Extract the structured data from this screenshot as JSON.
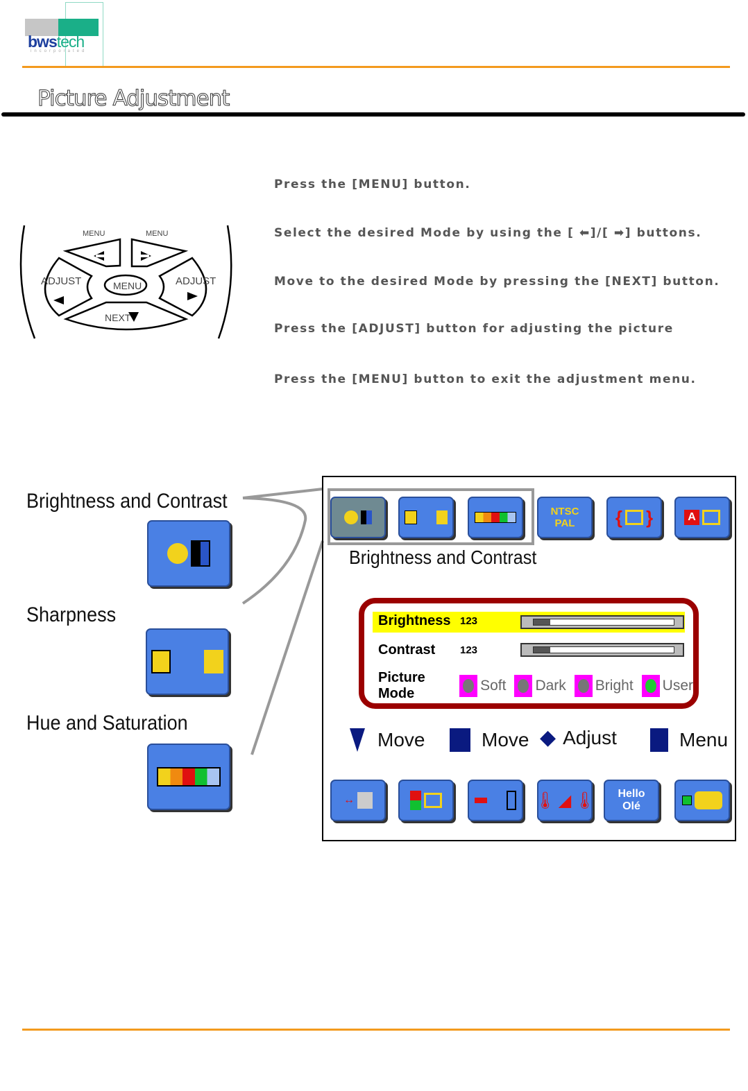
{
  "logo": {
    "text_a": "bws",
    "text_b": "tech",
    "sub": "incorporated"
  },
  "page_title": "Picture Adjustment",
  "instructions": [
    "Press the [MENU] button.",
    "Select the desired Mode by using the [ ⬅]/[ ➡] buttons.",
    "Move to the desired Mode by pressing the [NEXT] button.",
    "Press the [ADJUST] button for adjusting the picture",
    "Press the [MENU] button to exit the adjustment menu."
  ],
  "remote": {
    "menu_left": "MENU",
    "menu_right": "MENU",
    "adjust_left": "ADJUST",
    "adjust_right": "ADJUST",
    "center": "MENU",
    "next": "NEXT"
  },
  "callouts": [
    "Brightness and Contrast",
    "Sharpness",
    "Hue and Saturation"
  ],
  "osd": {
    "heading": "Brightness and Contrast",
    "ntsc": "NTSC",
    "pal": "PAL",
    "hello": "Hello",
    "ole": "Olé",
    "a": "A",
    "brightness": {
      "label": "Brightness",
      "value": "123",
      "level": 0.12
    },
    "contrast": {
      "label": "Contrast",
      "value": "123",
      "level": 0.12
    },
    "picture_mode": {
      "label": "Picture Mode",
      "options": [
        "Soft",
        "Dark",
        "Bright",
        "User"
      ],
      "selected": "User"
    },
    "legend": [
      "Move",
      "Move",
      "Adjust",
      "Menu"
    ]
  },
  "colors": {
    "accent": "#f39a1e",
    "tile": "#4a80e4",
    "panel_border": "#9b0000",
    "highlight": "#ffff00"
  }
}
